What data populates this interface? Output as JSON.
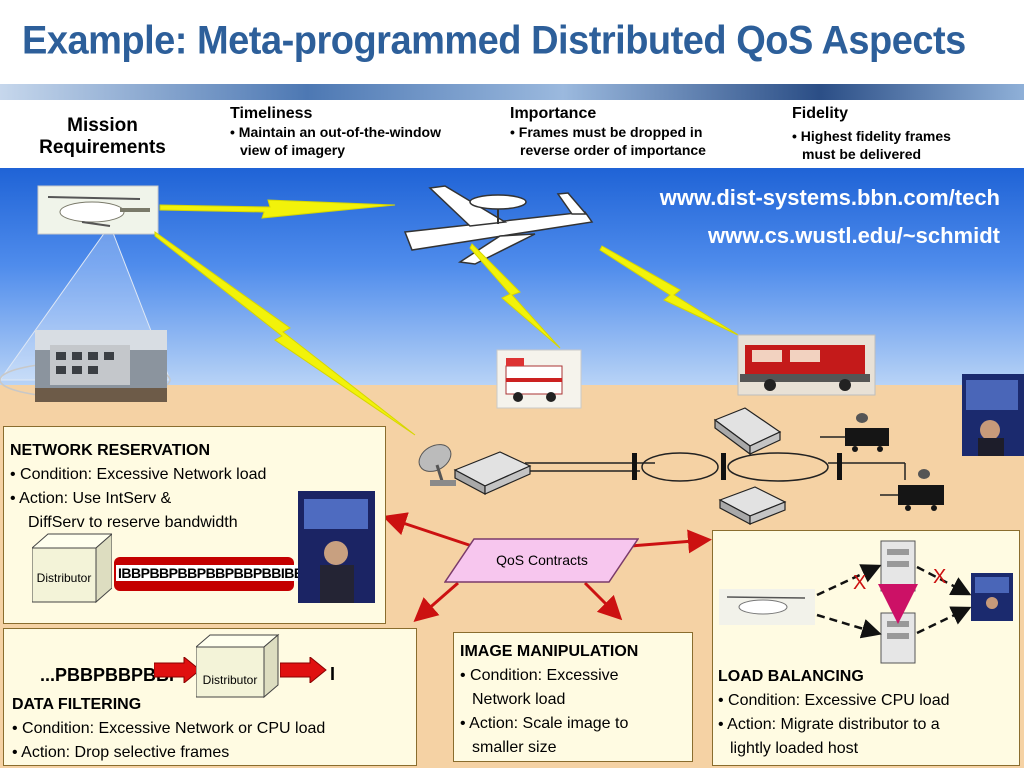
{
  "title": "Example: Meta-programmed Distributed QoS Aspects",
  "mission": "Mission Requirements",
  "requirements": [
    {
      "heading": "Timeliness",
      "line1": "• Maintain an out-of-the-window",
      "line2": "view of imagery"
    },
    {
      "heading": "Importance",
      "line1": "• Frames must be dropped in",
      "line2": "reverse order of importance"
    },
    {
      "heading": "Fidelity",
      "line1": "• Highest fidelity frames",
      "line2": "must be delivered"
    }
  ],
  "urls": [
    "www.dist-systems.bbn.com/tech",
    "www.cs.wustl.edu/~schmidt"
  ],
  "qos_contracts": "QoS Contracts",
  "network_reservation": {
    "heading": "NETWORK RESERVATION",
    "condition": "• Condition: Excessive Network load",
    "action1": "• Action: Use IntServ &",
    "action2": "DiffServ to reserve bandwidth",
    "distributor": "Distributor",
    "frames": "IBBPBBPBBPBBPBBPBBIBBPB"
  },
  "data_filtering": {
    "heading": "DATA FILTERING",
    "condition": "• Condition: Excessive Network or CPU load",
    "action": "• Action: Drop selective frames",
    "distributor": "Distributor",
    "frames_in": "...PBBPBBPBBI",
    "frames_out": "I"
  },
  "image_manipulation": {
    "heading": "IMAGE MANIPULATION",
    "condition1": "• Condition: Excessive",
    "condition2": "Network load",
    "action1": "• Action: Scale image to",
    "action2": "smaller size"
  },
  "load_balancing": {
    "heading": "LOAD BALANCING",
    "condition": "• Condition: Excessive CPU load",
    "action1": "• Action: Migrate distributor to a",
    "action2": "lightly loaded host",
    "mark": "X"
  },
  "colors": {
    "title": "#2d5f9a",
    "sky": "#1f63d6",
    "ground": "#f5d2a4",
    "box": "#fffbe2",
    "arrow": "#cc1111",
    "lightning": "#f2f20a",
    "qos": "#f7c6ee"
  }
}
